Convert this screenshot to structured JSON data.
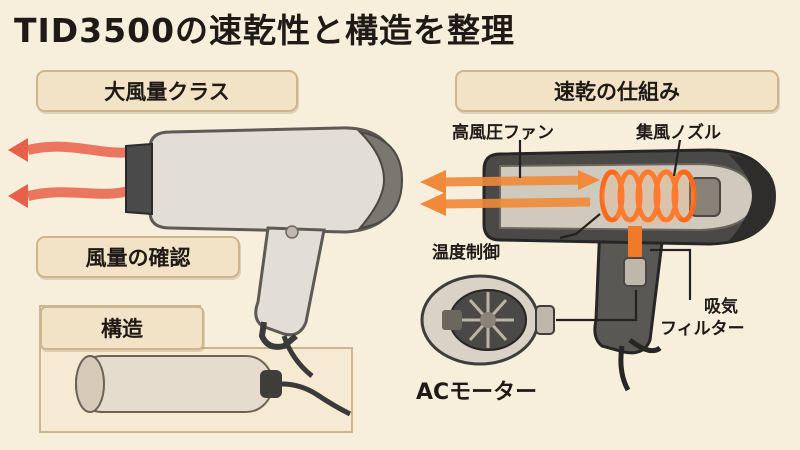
{
  "title": "TID3500の速乾性と構造を整理",
  "left": {
    "badge_airflow": "大風量クラス",
    "badge_check": "風量の確認",
    "badge_structure": "構造"
  },
  "right": {
    "header": "速乾の仕組み",
    "labels": {
      "fan": "高風圧ファン",
      "nozzle": "集風ノズル",
      "temp": "温度制御",
      "intake": "吸気",
      "filter": "フィルター",
      "motor": "ACモーター"
    }
  },
  "colors": {
    "background": "#f7eedc",
    "badge_fill": "#f3e3c6",
    "airflow_red": "#e8604a",
    "airflow_orange": "#f08a3a",
    "heater_orange": "#ff6a1a",
    "dryer_body": "#e3ded5",
    "dryer_dark": "#3a3a3a"
  }
}
